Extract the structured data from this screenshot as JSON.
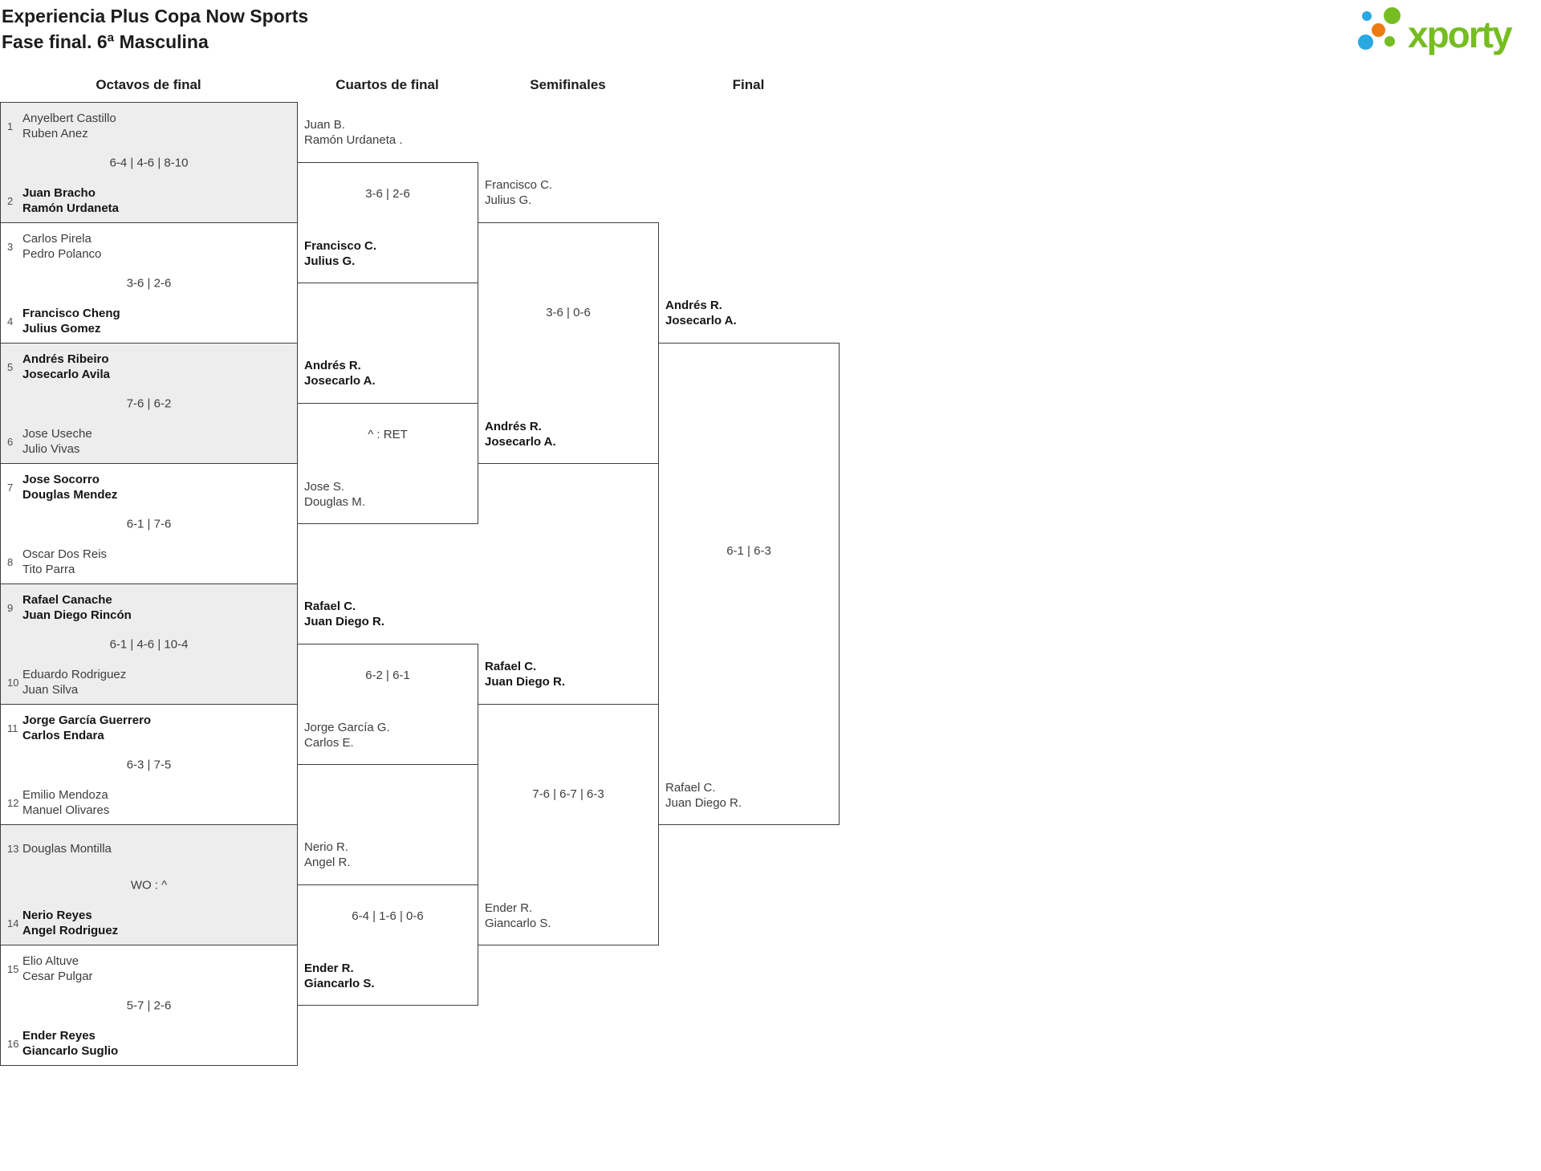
{
  "header": {
    "title_line1": "Experiencia Plus Copa Now Sports",
    "title_line2": "Fase final. 6ª Masculina"
  },
  "logo": {
    "brand": "xporty",
    "colors": {
      "green": "#76bd22",
      "blue": "#29a8e1",
      "orange": "#ec7c11"
    }
  },
  "columns": {
    "octavos": "Octavos de final",
    "cuartos": "Cuartos de final",
    "semifinales": "Semifinales",
    "final": "Final"
  },
  "colors": {
    "line": "#3e3e3e",
    "alt_match_bg": "#ededed",
    "text": "#3d3d3d",
    "winner_text": "#151515"
  },
  "bracket": {
    "octavos": [
      {
        "seed1": "1",
        "team1": [
          "Anyelbert Castillo",
          "Ruben Anez"
        ],
        "score": "6-4 | 4-6 | 8-10",
        "seed2": "2",
        "team2": [
          "Juan Bracho",
          "Ramón Urdaneta"
        ],
        "winner": "team2"
      },
      {
        "seed1": "3",
        "team1": [
          "Carlos Pirela",
          "Pedro Polanco"
        ],
        "score": "3-6 | 2-6",
        "seed2": "4",
        "team2": [
          "Francisco Cheng",
          "Julius Gomez"
        ],
        "winner": "team2"
      },
      {
        "seed1": "5",
        "team1": [
          "Andrés Ribeiro",
          "Josecarlo Avila"
        ],
        "score": "7-6 | 6-2",
        "seed2": "6",
        "team2": [
          "Jose Useche",
          "Julio Vivas"
        ],
        "winner": "team1"
      },
      {
        "seed1": "7",
        "team1": [
          "Jose Socorro",
          "Douglas Mendez"
        ],
        "score": "6-1 | 7-6",
        "seed2": "8",
        "team2": [
          "Oscar Dos Reis",
          "Tito Parra"
        ],
        "winner": "team1"
      },
      {
        "seed1": "9",
        "team1": [
          "Rafael Canache",
          "Juan Diego Rincón"
        ],
        "score": "6-1 | 4-6 | 10-4",
        "seed2": "10",
        "team2": [
          "Eduardo Rodriguez",
          "Juan Silva"
        ],
        "winner": "team1"
      },
      {
        "seed1": "11",
        "team1": [
          "Jorge García Guerrero",
          "Carlos Endara"
        ],
        "score": "6-3 | 7-5",
        "seed2": "12",
        "team2": [
          "Emilio Mendoza",
          "Manuel Olivares"
        ],
        "winner": "team1"
      },
      {
        "seed1": "13",
        "team1": [
          "Douglas Montilla"
        ],
        "score": "WO : ^",
        "seed2": "14",
        "team2": [
          "Nerio Reyes",
          "Angel Rodriguez"
        ],
        "winner": "team2"
      },
      {
        "seed1": "15",
        "team1": [
          "Elio Altuve",
          "Cesar Pulgar"
        ],
        "score": "5-7 | 2-6",
        "seed2": "16",
        "team2": [
          "Ender Reyes",
          "Giancarlo Suglio"
        ],
        "winner": "team2"
      }
    ],
    "cuartos": [
      {
        "team1": [
          "Juan B.",
          "Ramón Urdaneta ."
        ],
        "score": "3-6 | 2-6",
        "team2": [
          "Francisco C.",
          "Julius G."
        ],
        "winner": "team2"
      },
      {
        "team1": [
          "Andrés R.",
          "Josecarlo A."
        ],
        "score": "^ : RET",
        "team2": [
          "Jose S.",
          "Douglas M."
        ],
        "winner": "team1"
      },
      {
        "team1": [
          "Rafael C.",
          "Juan Diego R."
        ],
        "score": "6-2 | 6-1",
        "team2": [
          "Jorge García G.",
          "Carlos E."
        ],
        "winner": "team1"
      },
      {
        "team1": [
          "Nerio R.",
          "Angel R."
        ],
        "score": "6-4 | 1-6 | 0-6",
        "team2": [
          "Ender R.",
          "Giancarlo S."
        ],
        "winner": "team2"
      }
    ],
    "semifinales": [
      {
        "team1": [
          "Francisco C.",
          "Julius G."
        ],
        "score": "3-6 | 0-6",
        "team2": [
          "Andrés R.",
          "Josecarlo A."
        ],
        "winner": "team2"
      },
      {
        "team1": [
          "Rafael C.",
          "Juan Diego R."
        ],
        "score": "7-6 | 6-7 | 6-3",
        "team2": [
          "Ender R.",
          "Giancarlo S."
        ],
        "winner": "team1"
      }
    ],
    "final": [
      {
        "team1": [
          "Andrés R.",
          "Josecarlo A."
        ],
        "score": "6-1 | 6-3",
        "team2": [
          "Rafael C.",
          "Juan Diego R."
        ],
        "winner": "team1"
      }
    ]
  }
}
